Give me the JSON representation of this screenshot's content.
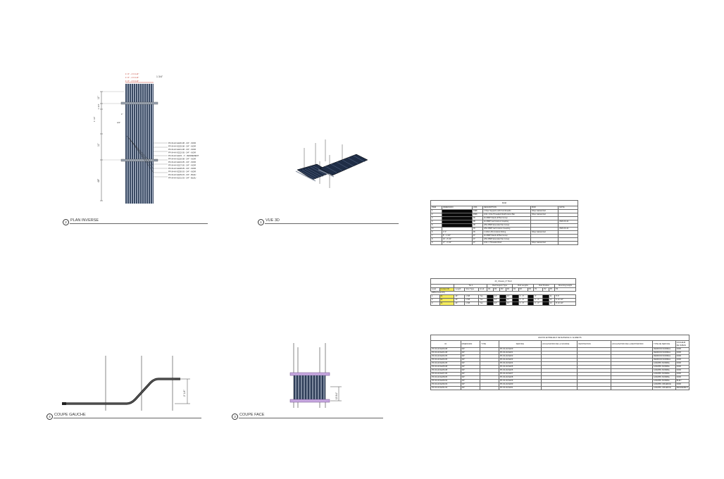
{
  "views": {
    "plan_inverse": {
      "number": "2",
      "label": "PLAN INVERSE"
    },
    "vue_3d": {
      "number": "1",
      "label": "VUE 3D"
    },
    "coupe_gauche": {
      "number": "4",
      "label": "COUPE GAUCHE"
    },
    "coupe_face": {
      "number": "3",
      "label": "COUPE FACE"
    }
  },
  "dimensions": {
    "plan_right": "1 3/4\"",
    "plan_d1": "11\"",
    "plan_d2": "1 3/4\"",
    "plan_d3": "1' 10\"",
    "plan_d4": "11\"",
    "plan_d5": "48\"",
    "plan_top_1": "1' 0\" - 1' 0 1/4\"",
    "plan_top_2": "1' 0\" - 1' 0 1/4\"",
    "plan_top_3": "1' 0\" - 1' 0 1/4\"",
    "coupe_gauche": "2' 1/4\"",
    "coupe_face": "13 3/4\""
  },
  "plan_tags": [
    "PF-04-HV-E220-08 - 3/4\" - NOIR",
    "PF-04-HV-E225-08 - 3/4\" - NOIR",
    "PF-04-HV-E221-08 - 3/4\" - NOIR",
    "PF-04-HV-E222-05 - 3/4\" - NOIR",
    "PF-04-HV-E223 - 1\" - RENDEMENT",
    "PF-04-HV-E226-08 - 3/4\" - NOIR",
    "PF-04-HV-E224-05 - 3/4\" - NOIR",
    "PF-04-HV-E227-05 - 3/4\" - NOIR",
    "PF-04-HV-E228-05 - 3/4\" - NOIR",
    "PF-04-HV-E230-03 - 3/4\" - NOIR",
    "PF-04-HV-E229-03 - 3/4\" - BLEU",
    "PF-04-HV-E231-03 - 3/4\" - BLEU"
  ],
  "bom": {
    "title": "BOM",
    "headers": [
      "ITEM",
      "DIMENSION",
      "UNS",
      "DESCRIPTION",
      "BOR",
      "NOTE"
    ],
    "rows": [
      [
        "1",
        "",
        "1696",
        "1 Pipe Supports with Formboards",
        "Shop Galvanized",
        ""
      ],
      [
        "2",
        "",
        "2696",
        "1/4in 1 Dia Threaded Rod/Unistrut Bar",
        "Shop Galvanized",
        ""
      ],
      [
        "3",
        "",
        "06",
        "4in BMP Stand-off Bar Group",
        "",
        ""
      ],
      [
        "4",
        "",
        "08",
        "4in BMP Gal Unistrut Coupling",
        "",
        "2022-01-11"
      ],
      [
        "5",
        "",
        "08",
        "4/5in BMP Extended Set Group",
        "",
        ""
      ],
      [
        "11",
        "",
        "06",
        "4/5in BMP Gal Unistrut Coupling",
        "",
        "2022-01-11"
      ],
      [
        "6",
        "1' 6\"",
        "06",
        "1 3/4in LPG Unistrut Fitting",
        "Shop Galvanized",
        ""
      ],
      [
        "7",
        "8' - 1 3/4\"",
        "07",
        "4in BMP Stand-off Bar Group",
        "",
        ""
      ],
      [
        "8",
        "10' - 8 1/4\"",
        "07",
        "4/5in BMP Extended Set Group",
        "",
        ""
      ],
      [
        "9",
        "17' - 0 1/4\"",
        "07",
        "1/4in 1 Threaded Rod",
        "Shop Galvanized",
        ""
      ]
    ]
  },
  "support_schedule": {
    "title": "4F_Chassis_N° Bord",
    "top_headers": [
      "Tie 1",
      "Rod Support Type",
      "Rod Lengths",
      "Rod Position",
      "Mounting Height"
    ],
    "sub_headers": [
      "Level",
      "Content ID",
      "Length",
      "Strut Type",
      "Hi-Hi",
      "R1",
      "R2",
      "R3",
      "R4",
      "R1",
      "R2",
      "R3",
      "P1",
      "P2",
      "P3",
      "P4"
    ],
    "group": "4AB11 Assembly",
    "rows": [
      [
        "1",
        "21",
        "24\"",
        "1 5/8",
        "Yes",
        "",
        "44\"",
        "",
        "44\"",
        "",
        "1' - 6\"",
        "",
        "9\"",
        "",
        "11",
        "5' 6\""
      ],
      [
        "2",
        "21",
        "24\"",
        "1 5/8",
        "Yes",
        "",
        "44\"",
        "",
        "44\"",
        "",
        "1' - 6\"",
        "",
        "1' - 0\"",
        "",
        "12",
        "6' 10 1/2\""
      ],
      [
        "3",
        "21",
        "24\"",
        "1 5/8",
        "Yes",
        "",
        "44\"",
        "",
        "44\"",
        "",
        "1' - 6\"",
        "",
        "1' - 0\"",
        "",
        "13",
        "8' 10 1/2\""
      ]
    ]
  },
  "equipment": {
    "title": "ENVOIS ENTRELIEUX DE MATERIALS / ALIMENTS",
    "headers": [
      "ID",
      "DIMENSION",
      "TYPE",
      "SERVICE",
      "LOCALISATION DE LA SOURCE",
      "DESTINATION",
      "LOCALISATION DE LA DESTINATION",
      "TYPE DE SERVICE",
      "COULEUR DE RUBAN"
    ],
    "rows": [
      [
        "PF-04-HV-E220-08",
        "3/4\"",
        "",
        "PF-04-HV-E220",
        "",
        "",
        "",
        "REFROIDI NORMAL",
        "NOIR"
      ],
      [
        "PF-04-HV-E221-08",
        "3/4\"",
        "",
        "PF-04-HV-E221",
        "",
        "",
        "",
        "REFROIDI NORMAL",
        "NOIR"
      ],
      [
        "PF-04-HV-E222-05",
        "3/4\"",
        "",
        "PF-04-HV-E222",
        "",
        "",
        "",
        "REFROIDI NORMAL",
        "NOIR"
      ],
      [
        "PF-04-HV-E223-05",
        "3/4\"",
        "",
        "PF-04-HV-E223",
        "",
        "",
        "",
        "REFROIDI NORMAL",
        "NOIR"
      ],
      [
        "PF-04-HV-E224-05",
        "3/4\"",
        "",
        "PF-04-HV-E224",
        "",
        "",
        "",
        "120/208V NORMAL",
        "NOIR"
      ],
      [
        "PF-04-HV-E225-08",
        "3/4\"",
        "",
        "PF-04-HV-E225",
        "",
        "",
        "",
        "120/208V NORMAL",
        "NOIR"
      ],
      [
        "PF-04-HV-E226-08",
        "3/4\"",
        "",
        "PF-04-HV-E226",
        "",
        "",
        "",
        "120/208V NORMAL",
        "NOIR"
      ],
      [
        "PF-04-HV-E227-05",
        "3/4\"",
        "",
        "PF-04-HV-E227",
        "",
        "",
        "",
        "120/208V NORMAL",
        "NOIR"
      ],
      [
        "PF-04-HV-E228-05",
        "3/4\"",
        "",
        "PF-04-HV-E228",
        "",
        "",
        "",
        "120/208V NORMAL",
        "NOIR"
      ],
      [
        "PF-04-HV-E229-03",
        "3/4\"",
        "",
        "PF-04-HV-E229",
        "",
        "",
        "",
        "120/208V NORMAL",
        "BLEU"
      ],
      [
        "PF-04-HV-E230-03",
        "3/4\"",
        "",
        "PF-04-HV-E230",
        "",
        "",
        "",
        "120/208V URGENCE",
        "NOIR"
      ],
      [
        "PF-04-HV-E231-03",
        "3/4\"",
        "",
        "PF-04-HV-E231",
        "",
        "",
        "",
        "120/208V URGENCE",
        "RENDEMENT"
      ]
    ]
  }
}
